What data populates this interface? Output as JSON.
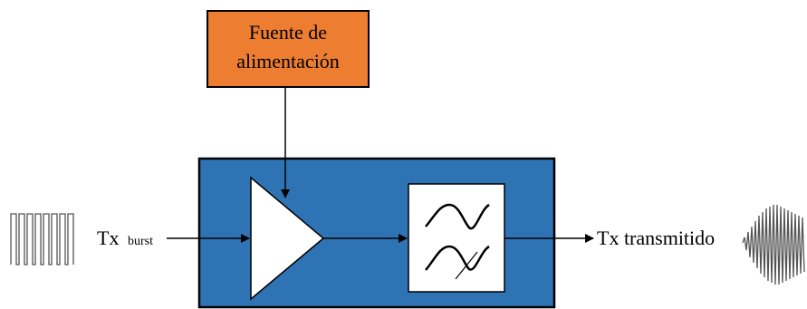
{
  "diagram": {
    "power_supply": {
      "line1": "Fuente de",
      "line2": "alimentación"
    },
    "input": {
      "label": "Tx",
      "subscript": "burst"
    },
    "output": {
      "label": "Tx transmitido"
    }
  },
  "colors": {
    "power_supply_fill": "#ED7D31",
    "main_block_fill": "#2E74B5",
    "stroke": "#000000"
  },
  "icons": {
    "input_signal": "square-pulse-train-icon",
    "amplifier": "triangle-amplifier-icon",
    "filter": "bandpass-filter-icon",
    "output_signal": "modulated-sine-burst-icon"
  }
}
